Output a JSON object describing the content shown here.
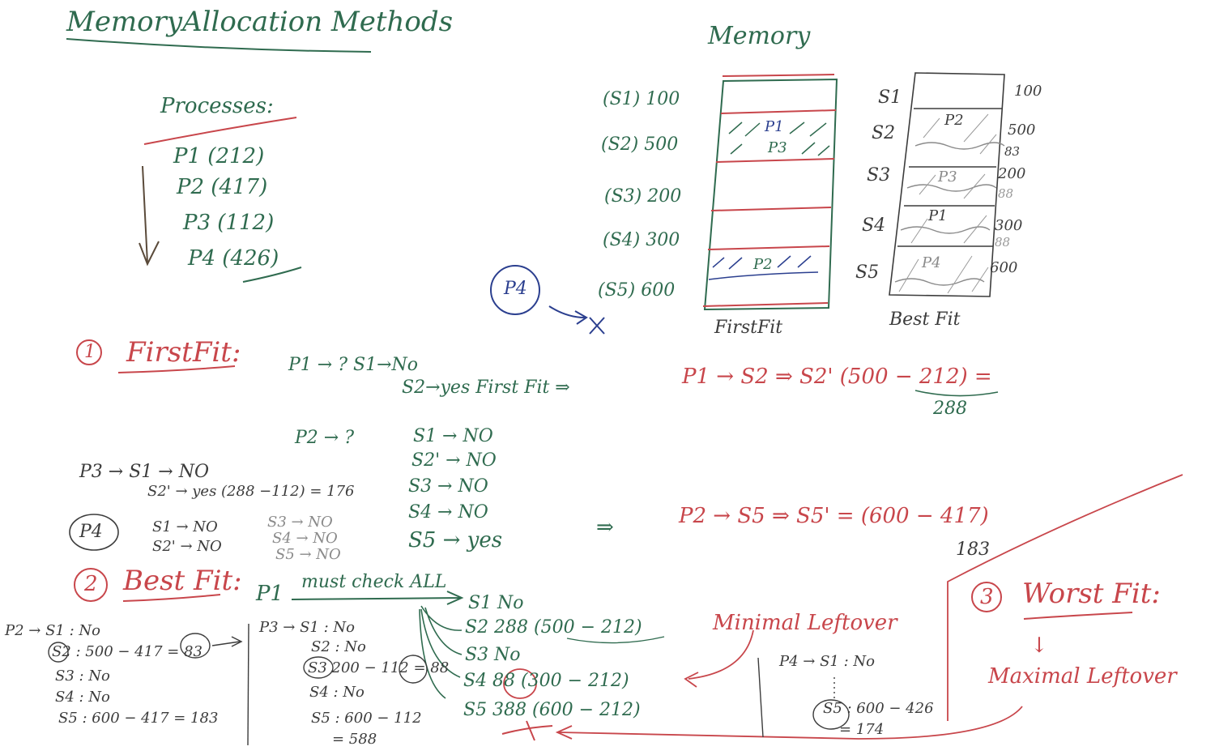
{
  "title": "MemoryAllocation Methods",
  "processes": {
    "heading": "Processes:",
    "items": [
      "P1 (212)",
      "P2 (417)",
      "P3 (112)",
      "P4 (426)"
    ]
  },
  "memory": {
    "title": "Memory",
    "first_fit_diagram": {
      "caption": "FirstFit",
      "slot_labels": [
        "(S1) 100",
        "(S2) 500",
        "(S3) 200",
        "(S4) 300",
        "(S5) 600"
      ],
      "block_labels": [
        "P1",
        "P3",
        "P2"
      ]
    },
    "best_fit_diagram": {
      "caption": "Best Fit",
      "slots": [
        "S1",
        "S2",
        "S3",
        "S4",
        "S5"
      ],
      "sizes": [
        "100",
        "500",
        "200",
        "300",
        "600"
      ],
      "leftovers": [
        "83",
        "88",
        "88"
      ],
      "block_labels": [
        "P2",
        "P3",
        "P1",
        "P4"
      ]
    }
  },
  "p4_bubble": "P4",
  "first_fit": {
    "number": "1",
    "heading": "FirstFit:",
    "p1_line": "P1 → ?  S1→No",
    "p1_line2": "S2→yes  First Fit ⇒",
    "p1_result": "P1 → S2  ⇒  S2' (500 − 212) =",
    "p1_leftover": "288",
    "p2_head": "P2 → ?",
    "p2_checks": [
      "S1 → NO",
      "S2' → NO",
      "S3 → NO",
      "S4 → NO",
      "S5 → yes"
    ],
    "p2_arrow": "⇒",
    "p2_result": "P2 → S5  ⇒  S5' = (600 − 417)",
    "p2_leftover": "183",
    "p3_line1": "P3 → S1 → NO",
    "p3_line2": "S2' → yes (288 −112) = 176",
    "p4_label": "P4",
    "p4_checks_a": [
      "S1 → NO",
      "S2' → NO"
    ],
    "p4_checks_b": [
      "S3 → NO",
      "S4 → NO",
      "S5 → NO"
    ]
  },
  "best_fit": {
    "number": "2",
    "heading": "Best Fit:",
    "p1_label": "P1",
    "must_check": "must check ALL",
    "checks": [
      "S1  No",
      "S2  288 (500 − 212)",
      "S3  No",
      "S4  88  (300 − 212)",
      "S5  388 (600 − 212)"
    ],
    "minimal_leftover": "Minimal Leftover",
    "p2_work": [
      "P2 → S1 : No",
      "S2 : 500 − 417 = 83",
      "S3 : No",
      "S4 : No",
      "S5 : 600 − 417 = 183"
    ],
    "p3_work": [
      "P3 → S1 : No",
      "S2 : No",
      "S3 200 − 112 = 88",
      "S4 : No",
      "S5 : 600 − 112",
      "= 588"
    ],
    "p4_work": [
      "P4 → S1 : No",
      "S5 : 600 − 426",
      "= 174"
    ]
  },
  "worst_fit": {
    "number": "3",
    "heading": "Worst Fit:",
    "arrow": "↓",
    "maximal_leftover": "Maximal Leftover"
  },
  "colors": {
    "green_ink": "#2f6b4f",
    "red_ink": "#c8464b",
    "black_ink": "#3c3c3c",
    "blue_ink": "#2b3f8f"
  }
}
